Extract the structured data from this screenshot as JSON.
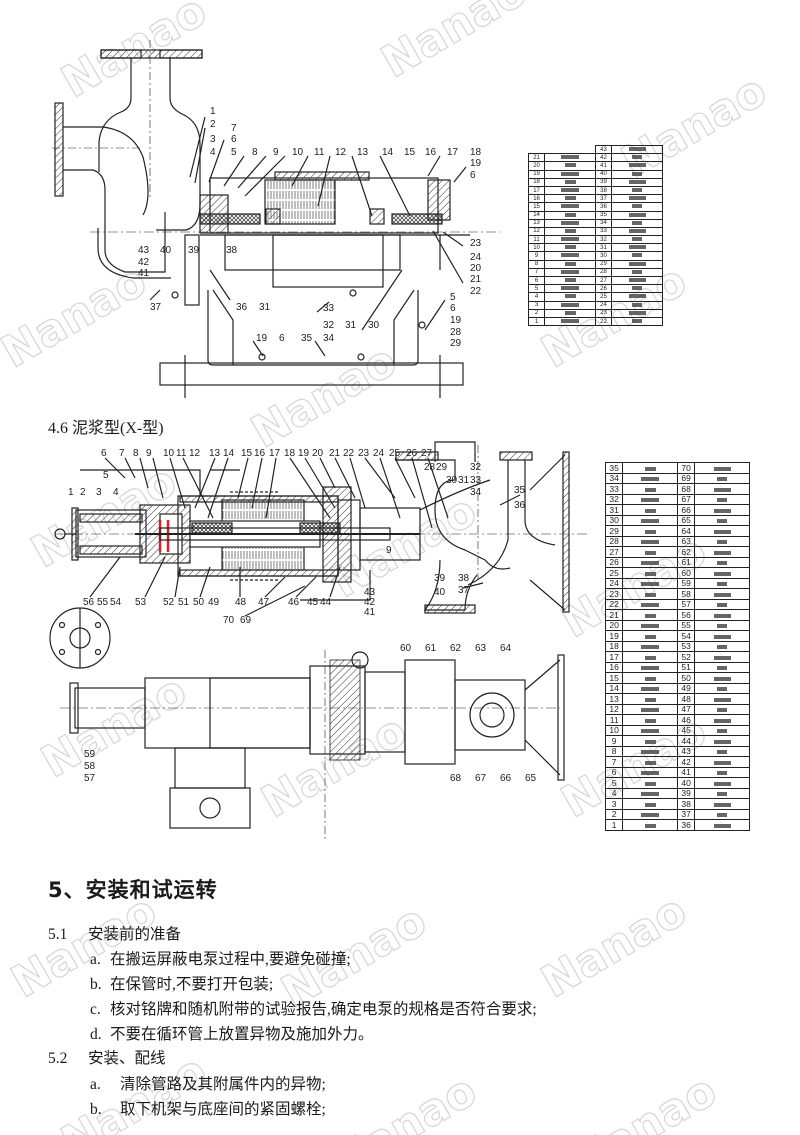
{
  "watermark": "Nanao",
  "drawing1": {
    "callouts": [
      "1",
      "2",
      "7",
      "6",
      "3",
      "4",
      "5",
      "8",
      "9",
      "10",
      "11",
      "12",
      "13",
      "14",
      "15",
      "16",
      "17",
      "18",
      "19",
      "6",
      "43",
      "42",
      "41",
      "40",
      "39",
      "38",
      "23",
      "24",
      "20",
      "21",
      "22",
      "37",
      "36",
      "31",
      "33",
      "32",
      "31",
      "30",
      "5",
      "6",
      "19",
      "28",
      "29",
      "19",
      "6",
      "35",
      "34"
    ]
  },
  "parts_table_1": {
    "left": [
      "21",
      "20",
      "19",
      "18",
      "17",
      "16",
      "15",
      "14",
      "13",
      "12",
      "11",
      "10",
      "9",
      "8",
      "7",
      "6",
      "5",
      "4",
      "3",
      "2",
      "1"
    ],
    "right": [
      "43",
      "42",
      "41",
      "40",
      "39",
      "38",
      "37",
      "36",
      "35",
      "34",
      "33",
      "32",
      "31",
      "30",
      "29",
      "28",
      "27",
      "26",
      "25",
      "24",
      "23",
      "22"
    ]
  },
  "section_4_6": {
    "title": "4.6  泥浆型(X-型)"
  },
  "drawing2": {
    "callouts": [
      "6",
      "7",
      "8",
      "9",
      "10",
      "11",
      "12",
      "13",
      "14",
      "15",
      "16",
      "17",
      "18",
      "19",
      "20",
      "21",
      "22",
      "23",
      "24",
      "25",
      "26",
      "27",
      "28",
      "29",
      "30",
      "31",
      "32",
      "33",
      "34",
      "35",
      "36",
      "5",
      "1",
      "2",
      "3",
      "4",
      "56",
      "55",
      "54",
      "53",
      "52",
      "51",
      "50",
      "49",
      "48",
      "47",
      "46",
      "45",
      "44",
      "70",
      "69",
      "43",
      "42",
      "41",
      "39",
      "40",
      "38",
      "37",
      "9"
    ],
    "callouts_lower": [
      "60",
      "61",
      "62",
      "63",
      "64",
      "59",
      "58",
      "57",
      "68",
      "67",
      "66",
      "65"
    ]
  },
  "parts_table_2": {
    "left": [
      "35",
      "34",
      "33",
      "32",
      "31",
      "30",
      "29",
      "28",
      "27",
      "26",
      "25",
      "24",
      "23",
      "22",
      "21",
      "20",
      "19",
      "18",
      "17",
      "16",
      "15",
      "14",
      "13",
      "12",
      "11",
      "10",
      "9",
      "8",
      "7",
      "6",
      "5",
      "4",
      "3",
      "2",
      "1"
    ],
    "right": [
      "70",
      "69",
      "68",
      "67",
      "66",
      "65",
      "64",
      "63",
      "62",
      "61",
      "60",
      "59",
      "58",
      "57",
      "56",
      "55",
      "54",
      "53",
      "52",
      "51",
      "50",
      "49",
      "48",
      "47",
      "46",
      "45",
      "44",
      "43",
      "42",
      "41",
      "40",
      "39",
      "38",
      "37",
      "36"
    ]
  },
  "section5": {
    "heading": "5、安装和试运转",
    "s51": {
      "num": "5.1",
      "title": "安装前的准备",
      "items": [
        {
          "mark": "a.",
          "text": "在搬运屏蔽电泵过程中,要避免碰撞;"
        },
        {
          "mark": "b.",
          "text": "在保管时,不要打开包装;"
        },
        {
          "mark": "c.",
          "text": "核对铭牌和随机附带的试验报告,确定电泵的规格是否符合要求;"
        },
        {
          "mark": "d.",
          "text": "不要在循环管上放置异物及施加外力。"
        }
      ]
    },
    "s52": {
      "num": "5.2",
      "title": "安装、配线",
      "items": [
        {
          "mark": "a.",
          "text": "清除管路及其附属件内的异物;"
        },
        {
          "mark": "b.",
          "text": "取下机架与底座间的紧固螺栓;"
        }
      ]
    }
  }
}
